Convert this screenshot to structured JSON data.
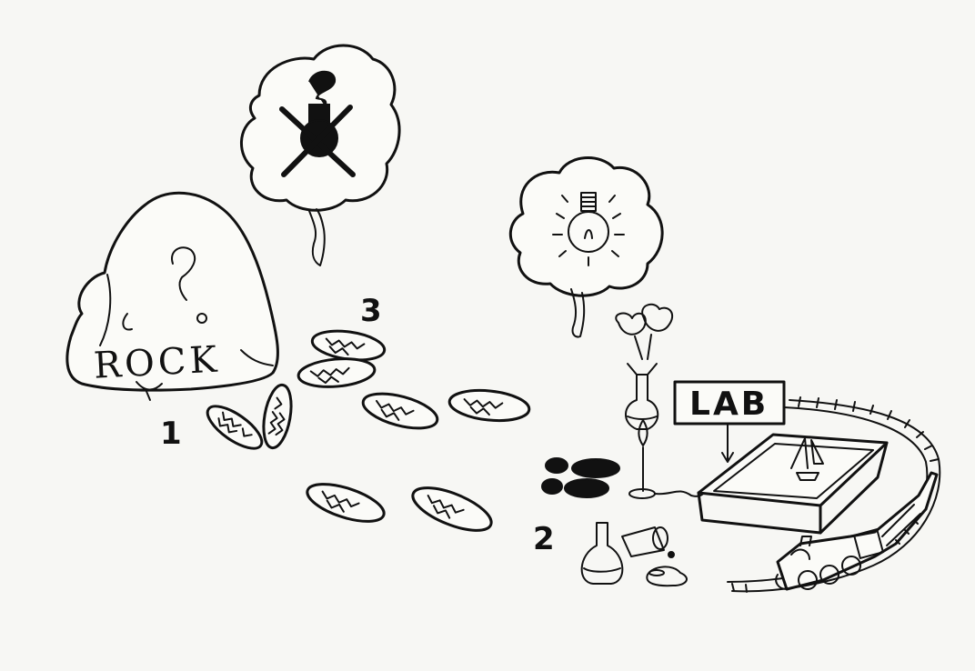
{
  "labels": {
    "rock": "ROCK",
    "lab": "LAB",
    "step_1": "1",
    "step_2": "2",
    "step_3": "3"
  },
  "icons": {
    "thought_left": "crossed-out-light-bulb-icon",
    "thought_right": "glowing-light-bulb-icon",
    "question": "question-mark-icon"
  },
  "colors": {
    "ink": "#111111",
    "paper": "#f7f7f4"
  }
}
